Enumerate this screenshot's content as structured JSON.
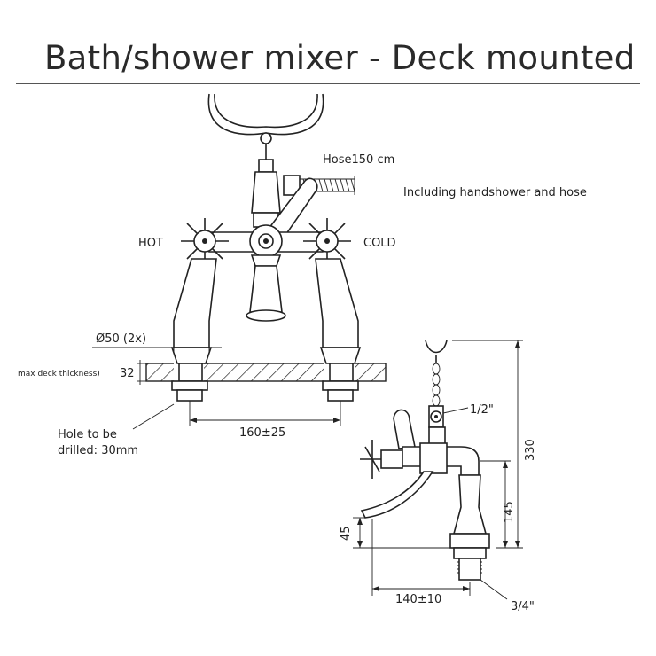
{
  "title": "Bath/shower mixer - Deck mounted",
  "labels": {
    "hose": "Hose150 cm",
    "including": "Including handshower and hose",
    "hot": "HOT",
    "cold": "COLD",
    "diameter": "Ø50 (2x)",
    "max_deck": "max deck thickness)",
    "deck_value": "32",
    "hole_line1": "Hole to be",
    "hole_line2": "drilled: 30mm",
    "spacing": "160±25",
    "half_inch": "1/2\"",
    "height_330": "330",
    "height_145": "145",
    "height_45": "45",
    "reach": "140±10",
    "three_quarter": "3/4\""
  }
}
